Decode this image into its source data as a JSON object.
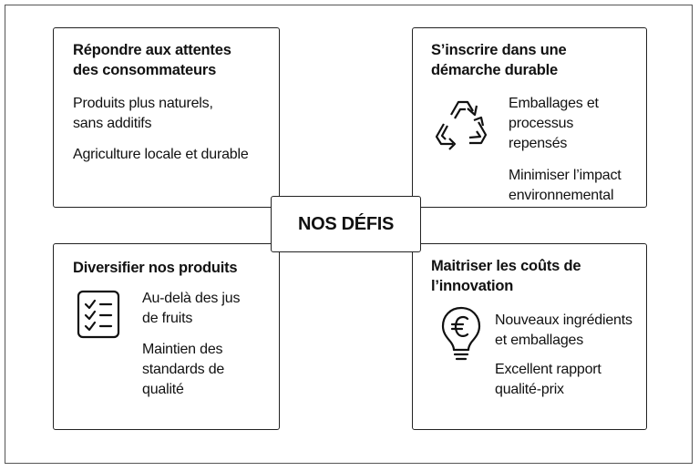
{
  "center": {
    "label": "NOS DÉFIS"
  },
  "cards": [
    {
      "title": [
        "Répondre aux attentes",
        "des consommateurs"
      ],
      "lines": [
        [
          "Produits plus naturels,",
          "sans additifs"
        ],
        [
          "Agriculture locale et durable"
        ]
      ]
    },
    {
      "title": [
        "S’inscrire dans une",
        "démarche durable"
      ],
      "icon": "recycle-icon",
      "lines": [
        [
          "Emballages et",
          "processus",
          "repensés"
        ],
        [
          "Minimiser l’impact",
          "environnemental"
        ]
      ]
    },
    {
      "title": [
        "Diversifier nos produits"
      ],
      "icon": "checklist-icon",
      "lines": [
        [
          "Au-delà des jus",
          "de fruits"
        ],
        [
          "Maintien des",
          "standards de",
          "qualité"
        ]
      ]
    },
    {
      "title": [
        "Maitriser les coûts de",
        "l’innovation"
      ],
      "icon": "euro-lightbulb-icon",
      "lines": [
        [
          "Nouveaux ingrédients",
          "et emballages"
        ],
        [
          "Excellent rapport",
          "qualité-prix"
        ]
      ]
    }
  ]
}
